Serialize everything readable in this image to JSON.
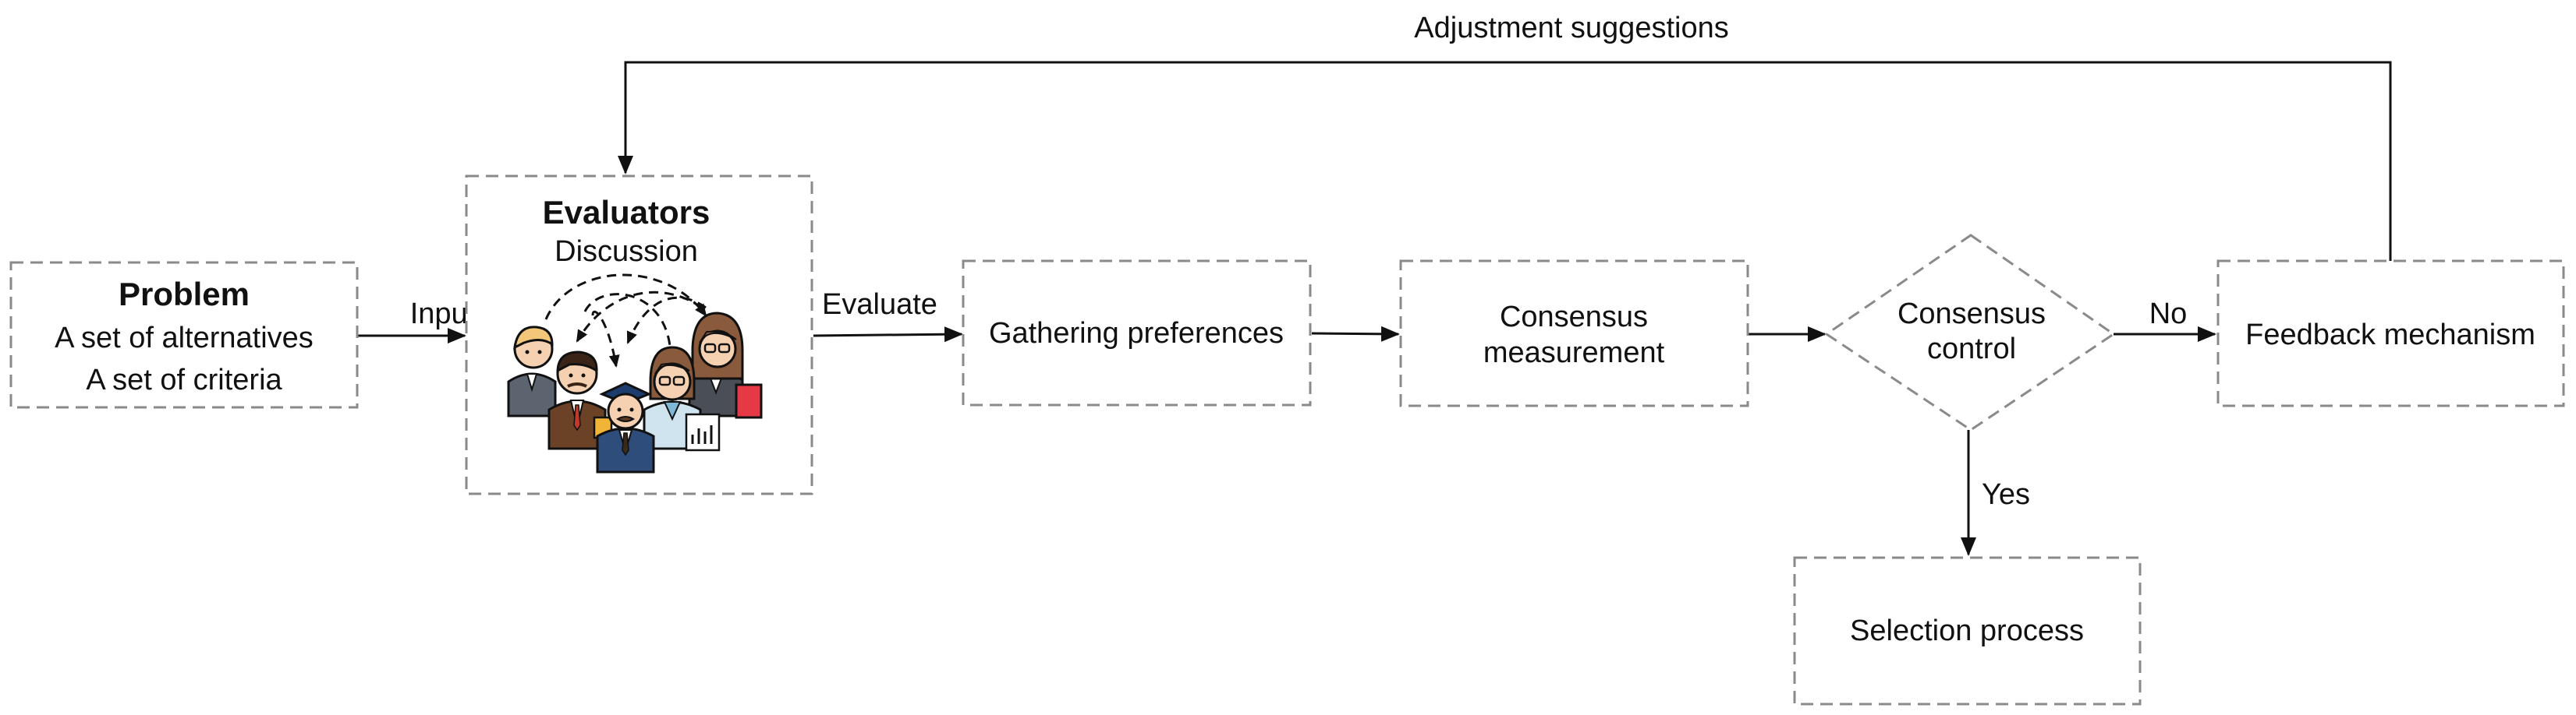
{
  "nodes": {
    "problem": {
      "title": "Problem",
      "line1": "A set of alternatives",
      "line2": "A set of criteria"
    },
    "evaluators": {
      "title": "Evaluators",
      "subtitle": "Discussion",
      "illustration": "group-of-people-icon"
    },
    "gathering": {
      "label": "Gathering preferences"
    },
    "consensus_measurement": {
      "line1": "Consensus",
      "line2": "measurement"
    },
    "consensus_control": {
      "line1": "Consensus",
      "line2": "control"
    },
    "feedback": {
      "label": "Feedback mechanism"
    },
    "selection": {
      "label": "Selection process"
    }
  },
  "edges": {
    "input": "Input",
    "evaluate": "Evaluate",
    "no": "No",
    "yes": "Yes",
    "adjustment": "Adjustment suggestions"
  },
  "colors": {
    "box_border": "#8a8a8a",
    "arrow": "#111111",
    "accent_red": "#e53946"
  }
}
